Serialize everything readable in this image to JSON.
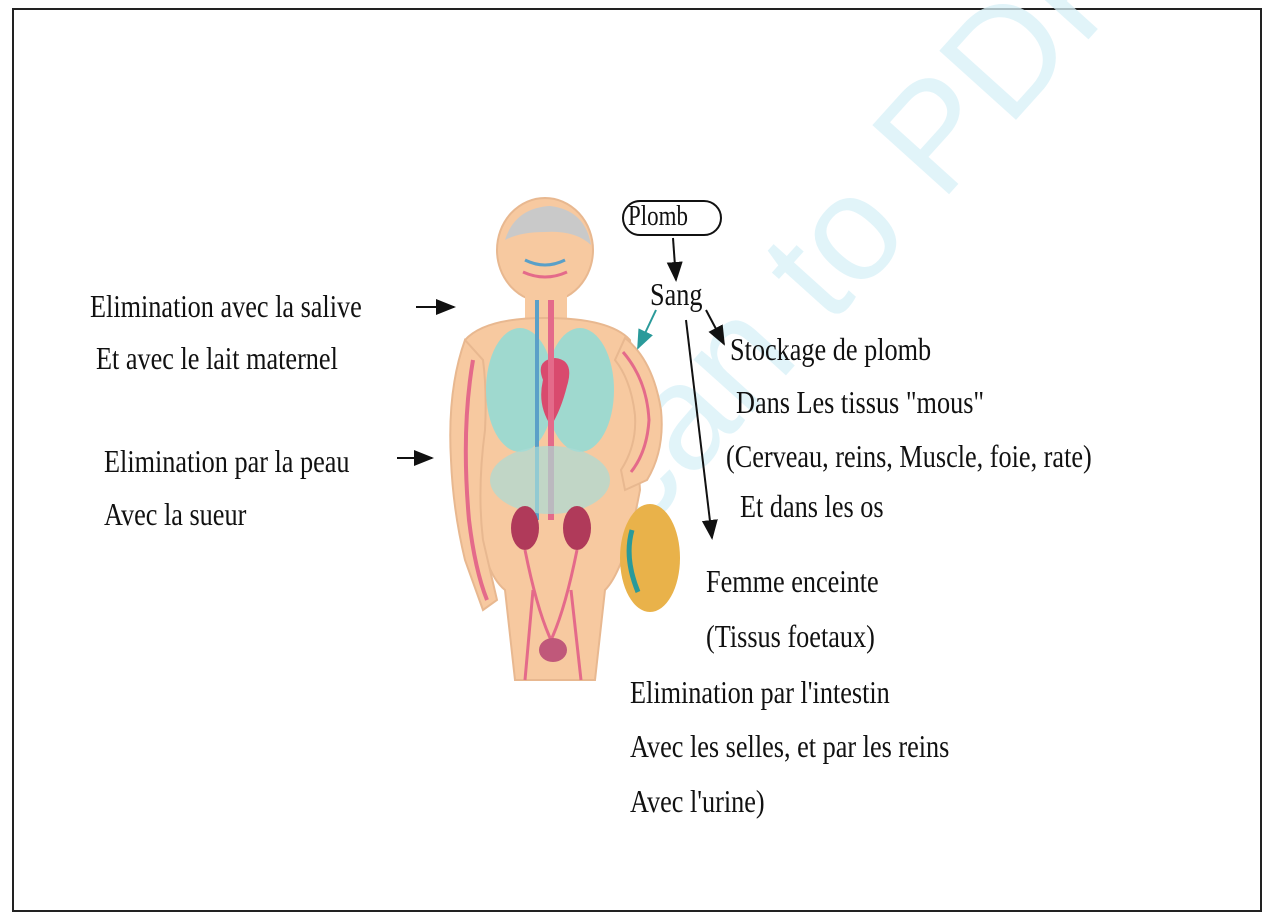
{
  "watermark": "Scan to PDF",
  "labels": {
    "plomb": "Plomb",
    "sang": "Sang",
    "salive_line1": "Elimination avec la salive",
    "salive_line2": "Et avec le lait maternel",
    "peau_line1": "Elimination par la peau",
    "peau_line2": "Avec la sueur",
    "stockage_line1": "Stockage de plomb",
    "stockage_line2": "Dans Les tissus \"mous\"",
    "stockage_line3": "(Cerveau, reins, Muscle, foie, rate)",
    "stockage_line4": "Et dans les os",
    "femme_line1": "Femme enceinte",
    "femme_line2": "(Tissus foetaux)",
    "intestin_line1": "Elimination par l'intestin",
    "intestin_line2": "Avec les selles, et par les reins",
    "intestin_line3": "Avec l'urine)"
  },
  "colors": {
    "skin": "#f7c9a0",
    "lungs": "#9fd9cf",
    "heart": "#d94a6e",
    "vessels": "#e46a8a",
    "kidneys": "#b03a5a",
    "fetus": "#e9b24a",
    "arrow_teal": "#2a9a9a"
  }
}
